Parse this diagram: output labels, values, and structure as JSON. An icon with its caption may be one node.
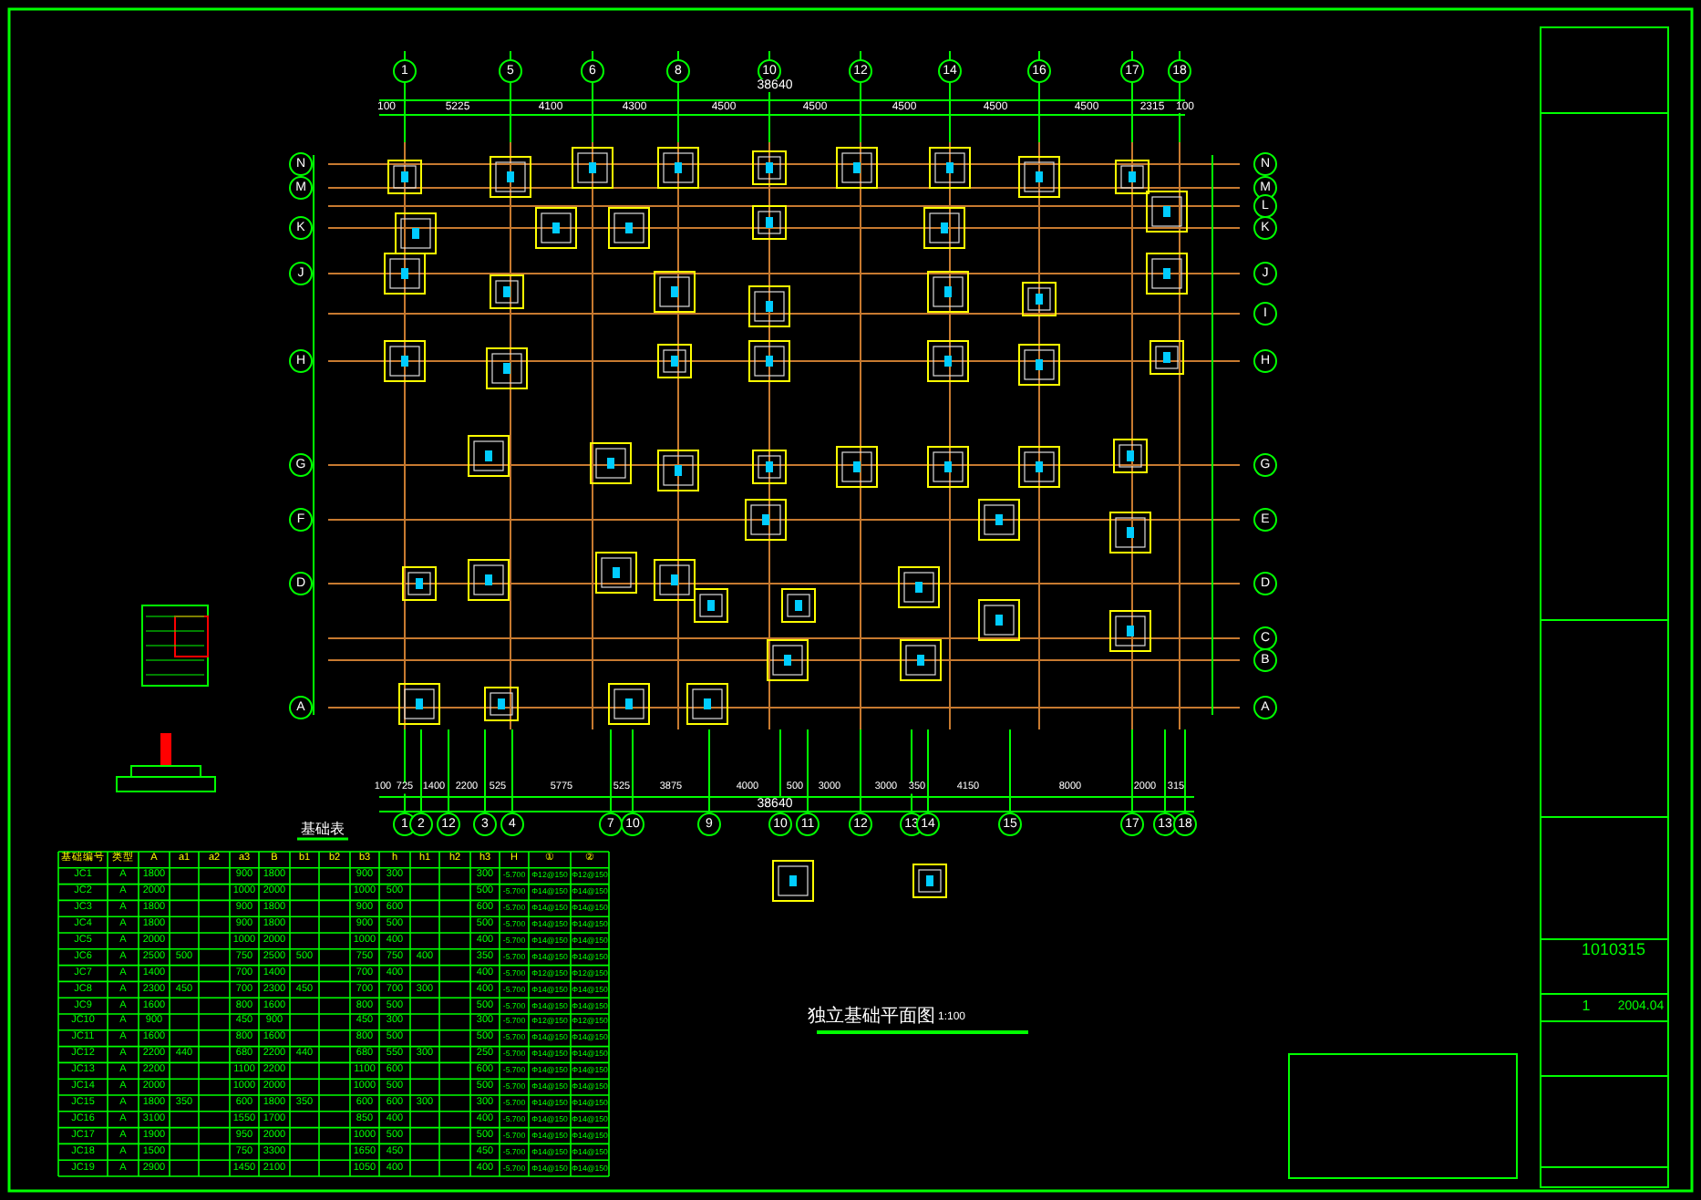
{
  "diagram": {
    "title": "独立基础平面图",
    "labels": [
      "1:100",
      "基础表",
      "1",
      "5",
      "6",
      "8",
      "10",
      "12",
      "14",
      "16",
      "17",
      "18",
      "38640",
      "100",
      "5225",
      "4100",
      "4300",
      "4500",
      "4500",
      "4500",
      "4500",
      "4500",
      "2315",
      "100",
      "1",
      "2",
      "12",
      "3",
      "4",
      "7",
      "10",
      "9",
      "10",
      "11",
      "12",
      "13",
      "14",
      "15",
      "17",
      "13",
      "18",
      "38640",
      "100",
      "725",
      "1400",
      "2200",
      "525",
      "5775",
      "525",
      "3875",
      "4000",
      "500",
      "3000",
      "3000",
      "350",
      "4150",
      "8000",
      "2000",
      "315",
      "N",
      "M",
      "K",
      "J",
      "H",
      "G",
      "F",
      "D",
      "A",
      "N",
      "M",
      "L",
      "K",
      "J",
      "I",
      "H",
      "G",
      "E",
      "D",
      "C",
      "B",
      "A",
      "基础编号",
      "类型",
      "A",
      "a1",
      "a2",
      "a3",
      "B",
      "b1",
      "b2",
      "b3",
      "h",
      "h1",
      "h2",
      "h3",
      "H",
      "①",
      "②",
      "JC1",
      "A",
      "1800",
      "900",
      "1800",
      "900",
      "300",
      "300",
      "-5.700",
      "Φ12@150",
      "Φ12@150",
      "JC2",
      "A",
      "2000",
      "1000",
      "2000",
      "1000",
      "500",
      "500",
      "-5.700",
      "Φ14@150",
      "Φ14@150",
      "JC3",
      "A",
      "1800",
      "900",
      "1800",
      "900",
      "600",
      "600",
      "-5.700",
      "Φ14@150",
      "Φ14@150",
      "JC4",
      "A",
      "1800",
      "900",
      "1800",
      "900",
      "500",
      "500",
      "-5.700",
      "Φ14@150",
      "Φ14@150",
      "JC5",
      "A",
      "2000",
      "1000",
      "2000",
      "1000",
      "400",
      "400",
      "-5.700",
      "Φ14@150",
      "Φ14@150",
      "JC6",
      "A",
      "2500",
      "500",
      "750",
      "2500",
      "500",
      "750",
      "750",
      "400",
      "350",
      "-5.700",
      "Φ14@150",
      "Φ14@150",
      "JC7",
      "A",
      "1400",
      "700",
      "1400",
      "700",
      "400",
      "400",
      "-5.700",
      "Φ12@150",
      "Φ12@150",
      "JC8",
      "A",
      "2300",
      "450",
      "700",
      "2300",
      "450",
      "700",
      "700",
      "300",
      "400",
      "-5.700",
      "Φ14@150",
      "Φ14@150",
      "JC9",
      "A",
      "1600",
      "800",
      "1600",
      "800",
      "500",
      "500",
      "-5.700",
      "Φ14@150",
      "Φ14@150",
      "JC10",
      "A",
      "900",
      "450",
      "900",
      "450",
      "300",
      "300",
      "-5.700",
      "Φ12@150",
      "Φ12@150",
      "JC11",
      "A",
      "1600",
      "800",
      "1600",
      "800",
      "500",
      "500",
      "-5.700",
      "Φ14@150",
      "Φ14@150",
      "JC12",
      "A",
      "2200",
      "440",
      "680",
      "2200",
      "440",
      "680",
      "550",
      "300",
      "250",
      "-5.700",
      "Φ14@150",
      "Φ14@150",
      "JC13",
      "A",
      "2200",
      "1100",
      "2200",
      "1100",
      "600",
      "600",
      "-5.700",
      "Φ14@150",
      "Φ14@150",
      "JC14",
      "A",
      "2000",
      "1000",
      "2000",
      "1000",
      "500",
      "500",
      "-5.700",
      "Φ14@150",
      "Φ14@150",
      "JC15",
      "A",
      "1800",
      "350",
      "600",
      "1800",
      "350",
      "600",
      "600",
      "300",
      "300",
      "-5.700",
      "Φ14@150",
      "Φ14@150",
      "JC16",
      "A",
      "3100",
      "1550",
      "1700",
      "850",
      "400",
      "400",
      "-5.700",
      "Φ14@150",
      "Φ14@150",
      "JC17",
      "A",
      "1900",
      "950",
      "2000",
      "1000",
      "500",
      "500",
      "-5.700",
      "Φ14@150",
      "Φ14@150",
      "JC18",
      "A",
      "1500",
      "750",
      "3300",
      "1650",
      "450",
      "450",
      "-5.700",
      "Φ14@150",
      "Φ14@150",
      "JC19",
      "A",
      "2900",
      "1450",
      "2100",
      "1050",
      "400",
      "400",
      "-5.700",
      "Φ14@150",
      "Φ14@150",
      "1010315",
      "1",
      "2004.04"
    ]
  }
}
